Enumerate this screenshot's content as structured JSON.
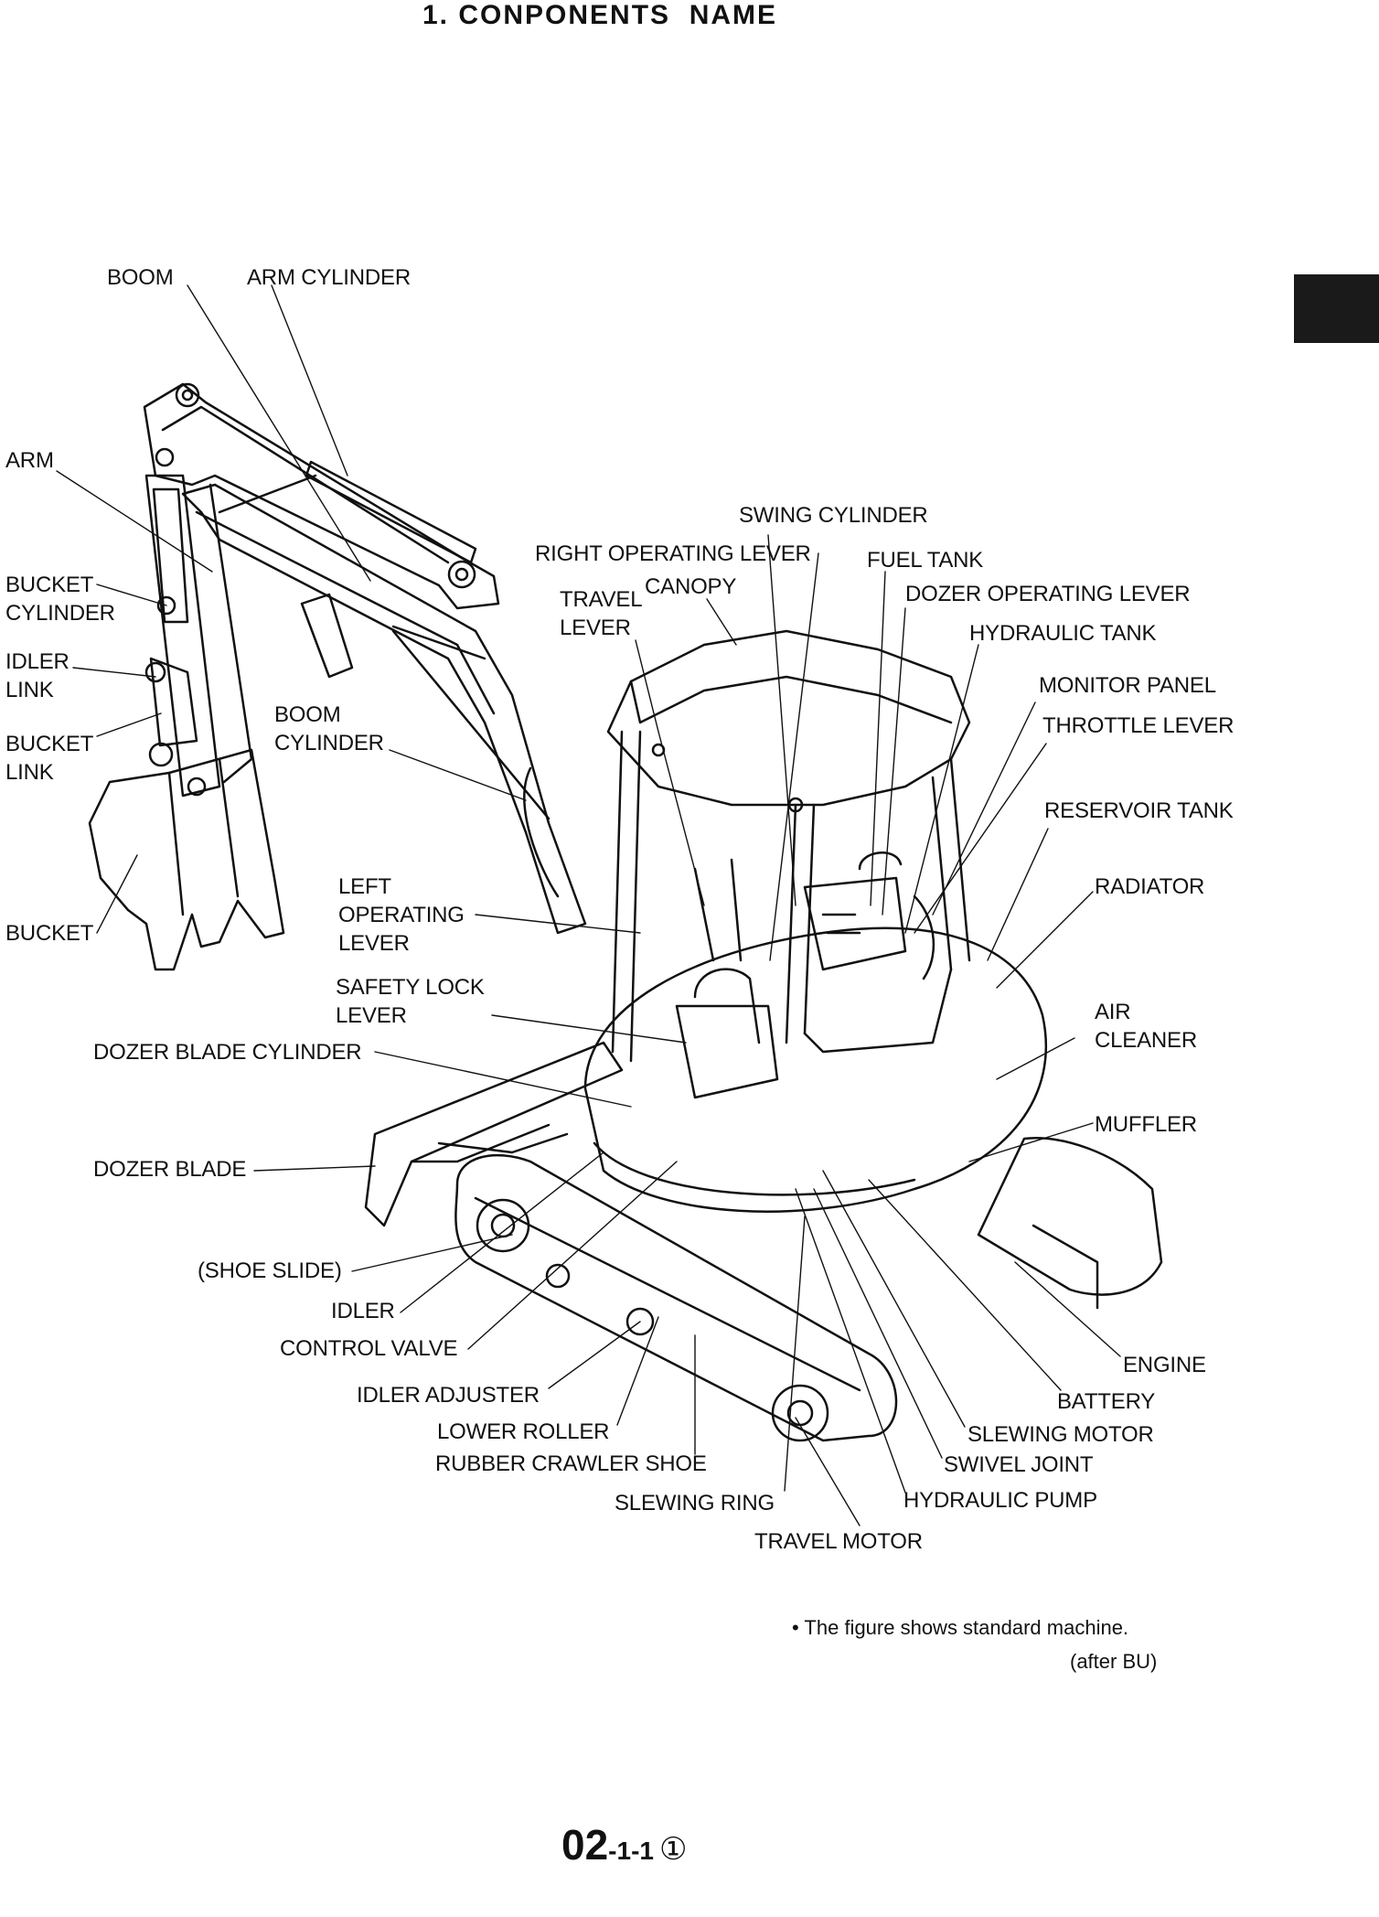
{
  "page": {
    "title": "1. CONPONENTS  NAME",
    "note": "• The figure shows standard machine.",
    "note_sub": "(after BU)",
    "page_number_main": "02",
    "page_number_sub": "-1-1",
    "page_number_mark": "①"
  },
  "labels": {
    "boom": "BOOM",
    "arm_cylinder": "ARM CYLINDER",
    "arm": "ARM",
    "bucket_cylinder": [
      "BUCKET",
      "CYLINDER"
    ],
    "idler_link": [
      "IDLER",
      "LINK"
    ],
    "bucket_link": [
      "BUCKET",
      "LINK"
    ],
    "boom_cylinder": [
      "BOOM",
      "CYLINDER"
    ],
    "bucket": "BUCKET",
    "swing_cylinder": "SWING CYLINDER",
    "right_operating_lever": "RIGHT OPERATING LEVER",
    "fuel_tank": "FUEL TANK",
    "travel_lever": [
      "TRAVEL",
      "LEVER"
    ],
    "canopy": "CANOPY",
    "dozer_operating_lever": "DOZER OPERATING LEVER",
    "hydraulic_tank": "HYDRAULIC TANK",
    "monitor_panel": "MONITOR PANEL",
    "throttle_lever": "THROTTLE LEVER",
    "reservoir_tank": "RESERVOIR TANK",
    "radiator": "RADIATOR",
    "left_operating_lever": [
      "LEFT",
      "OPERATING",
      "LEVER"
    ],
    "safety_lock_lever": [
      "SAFETY LOCK",
      "LEVER"
    ],
    "dozer_blade_cylinder": "DOZER BLADE CYLINDER",
    "air_cleaner": [
      "AIR",
      "CLEANER"
    ],
    "muffler": "MUFFLER",
    "dozer_blade": "DOZER BLADE",
    "shoe_slide": "(SHOE SLIDE)",
    "idler": "IDLER",
    "control_valve": "CONTROL VALVE",
    "idler_adjuster": "IDLER ADJUSTER",
    "lower_roller": "LOWER ROLLER",
    "rubber_crawler_shoe": "RUBBER CRAWLER SHOE",
    "slewing_ring": "SLEWING RING",
    "travel_motor": "TRAVEL MOTOR",
    "engine": "ENGINE",
    "battery": "BATTERY",
    "slewing_motor": "SLEWING MOTOR",
    "swivel_joint": "SWIVEL JOINT",
    "hydraulic_pump": "HYDRAULIC PUMP"
  }
}
